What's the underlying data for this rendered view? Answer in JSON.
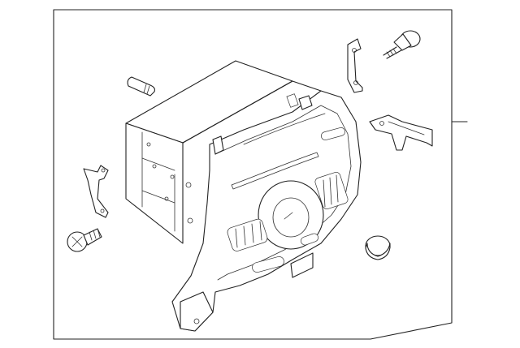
{
  "diagram": {
    "parts": [
      {
        "id": "radio-assembly",
        "icon": "radio-control-unit-icon"
      },
      {
        "id": "guide-pin",
        "icon": "guide-pin-icon"
      },
      {
        "id": "upper-bolt",
        "icon": "flange-bolt-icon"
      },
      {
        "id": "upper-right-bracket",
        "icon": "mounting-bracket-icon"
      },
      {
        "id": "right-clip-bracket",
        "icon": "clip-bracket-icon"
      },
      {
        "id": "left-bracket",
        "icon": "mounting-bracket-icon"
      },
      {
        "id": "lower-screw",
        "icon": "screw-icon"
      },
      {
        "id": "knob",
        "icon": "knob-icon"
      }
    ],
    "colors": {
      "line": "#222222",
      "background": "#ffffff"
    }
  }
}
